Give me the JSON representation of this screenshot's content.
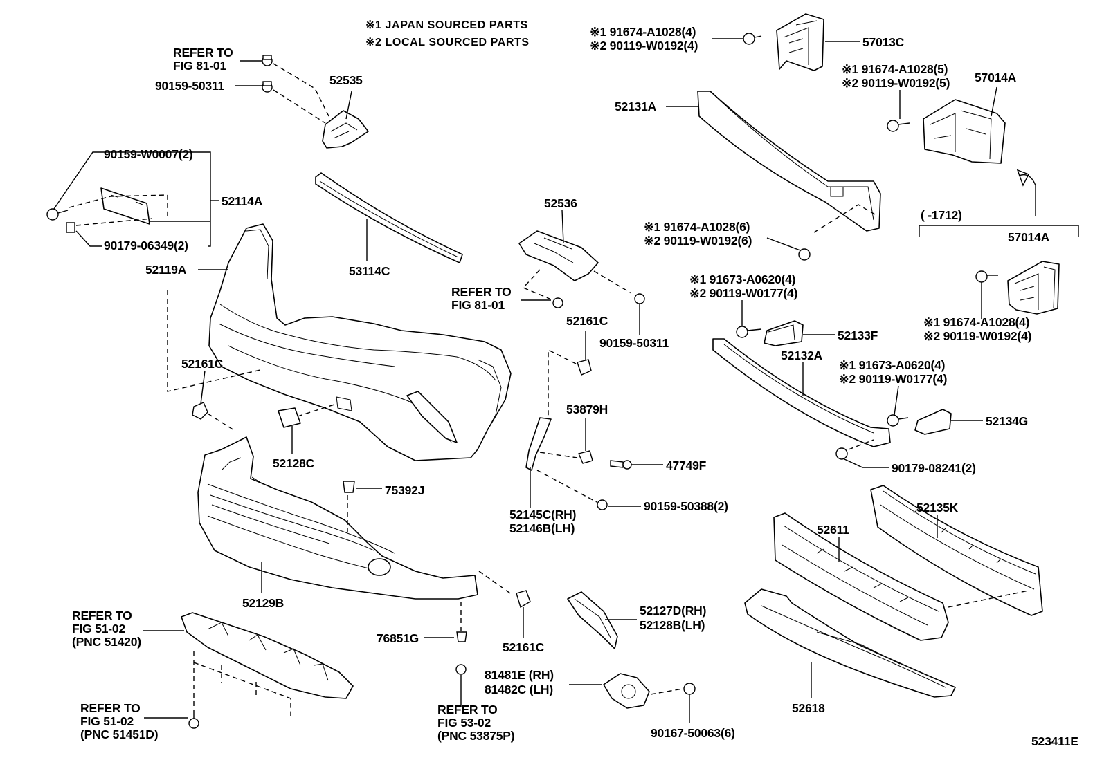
{
  "notes": {
    "n1": "※1  JAPAN SOURCED PARTS",
    "n2": "※2  LOCAL SOURCED PARTS"
  },
  "labels": {
    "refer_fig8101_a1": "REFER TO",
    "refer_fig8101_a2": "FIG 81-01",
    "p90159_50311_a": "90159-50311",
    "p52535": "52535",
    "p90159_W0007": "90159-W0007(2)",
    "p52114A": "52114A",
    "p90179_06349": "90179-06349(2)",
    "p52119A": "52119A",
    "p53114C": "53114C",
    "p52161C_a": "52161C",
    "p52128C": "52128C",
    "p52129B": "52129B",
    "p75392J": "75392J",
    "p76851G": "76851G",
    "p52161C_c": "52161C",
    "refer_fig5102_a1": "REFER TO",
    "refer_fig5102_a2": "FIG 51-02",
    "refer_fig5102_a3": "(PNC 51420)",
    "refer_fig5102_b1": "REFER TO",
    "refer_fig5102_b2": "FIG 51-02",
    "refer_fig5102_b3": "(PNC 51451D)",
    "p52536": "52536",
    "refer_fig8101_b1": "REFER TO",
    "refer_fig8101_b2": "FIG 81-01",
    "p90159_50311_b": "90159-50311",
    "p52161C_b": "52161C",
    "p53879H": "53879H",
    "p47749F": "47749F",
    "p90159_50388": "90159-50388(2)",
    "p52145C": "52145C(RH)",
    "p52146B": "52146B(LH)",
    "p52127D": "52127D(RH)",
    "p52128B": "52128B(LH)",
    "p81481E": "81481E (RH)",
    "p81482C": "81482C (LH)",
    "refer_fig5302_1": "REFER TO",
    "refer_fig5302_2": "FIG 53-02",
    "refer_fig5302_3": "(PNC 53875P)",
    "p90167_50063": "90167-50063(6)",
    "f1_91674_4": "※1 91674-A1028(4)",
    "f2_90119_4": "※2 90119-W0192(4)",
    "p57013C": "57013C",
    "f1_91674_5": "※1 91674-A1028(5)",
    "f2_90119_5": "※2 90119-W0192(5)",
    "p57014A_a": "57014A",
    "p52131A": "52131A",
    "f1_91674_6": "※1 91674-A1028(6)",
    "f2_90119_6": "※2 90119-W0192(6)",
    "range_text": "(      -1712)",
    "p57014A_b": "57014A",
    "f1_91673_a": "※1 91673-A0620(4)",
    "f2_90119_W0177_a": "※2 90119-W0177(4)",
    "p52133F": "52133F",
    "p52132A": "52132A",
    "f1_91673_b": "※1 91673-A0620(4)",
    "f2_90119_W0177_b": "※2 90119-W0177(4)",
    "p52134G": "52134G",
    "f1_91674_4b": "※1 91674-A1028(4)",
    "f2_90119_4b": "※2 90119-W0192(4)",
    "p90179_08241": "90179-08241(2)",
    "p52135K": "52135K",
    "p52611": "52611",
    "p52618": "52618",
    "figure_id": "523411E"
  }
}
